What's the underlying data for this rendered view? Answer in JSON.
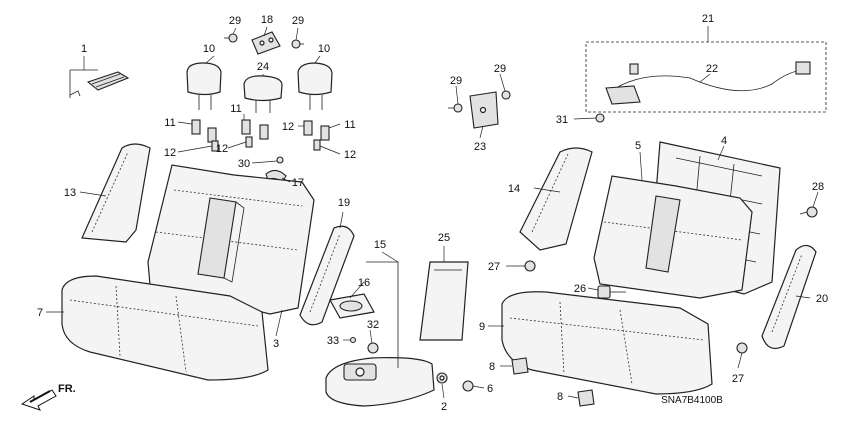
{
  "diagram": {
    "catalog_code": "SNA7B4100B",
    "direction_label": "FR.",
    "callouts": {
      "c1": "1",
      "c2": "2",
      "c3": "3",
      "c4": "4",
      "c5": "5",
      "c6": "6",
      "c7": "7",
      "c8a": "8",
      "c8b": "8",
      "c9": "9",
      "c10a": "10",
      "c10b": "10",
      "c11a": "11",
      "c11b": "11",
      "c11c": "11",
      "c12a": "12",
      "c12b": "12",
      "c12c": "12",
      "c13": "13",
      "c14": "14",
      "c15": "15",
      "c16": "16",
      "c17": "17",
      "c18": "18",
      "c19": "19",
      "c20": "20",
      "c21": "21",
      "c22": "22",
      "c23": "23",
      "c24": "24",
      "c25": "25",
      "c26": "26",
      "c27a": "27",
      "c27b": "27",
      "c28": "28",
      "c29a": "29",
      "c29b": "29",
      "c29c": "29",
      "c29d": "29",
      "c30": "30",
      "c31": "31",
      "c32": "32",
      "c33": "33"
    }
  }
}
